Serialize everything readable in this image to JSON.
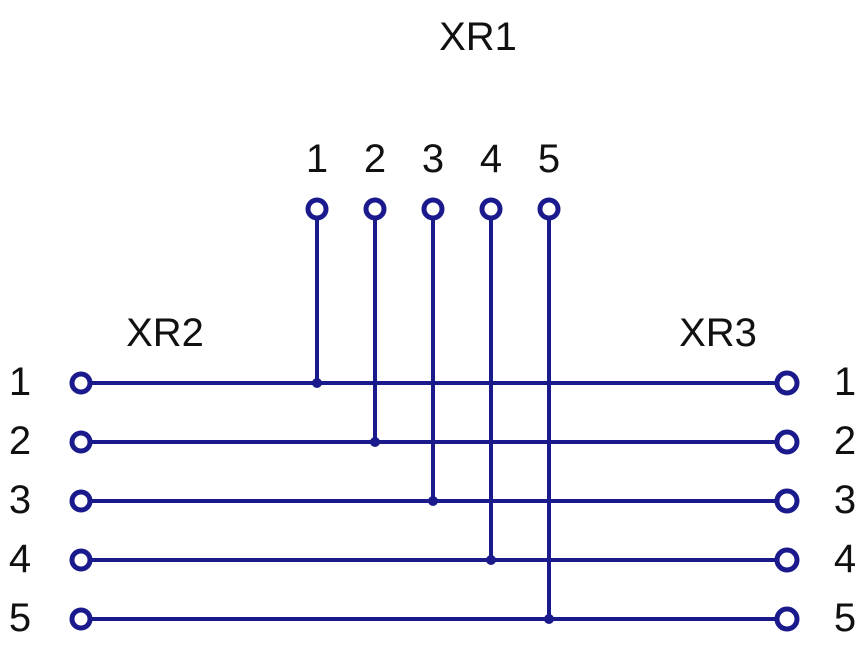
{
  "colors": {
    "wire": "#1a1a8c",
    "text": "#111111",
    "background": "#ffffff"
  },
  "connectors": {
    "xr1": {
      "name": "XR1",
      "pins": [
        "1",
        "2",
        "3",
        "4",
        "5"
      ]
    },
    "xr2": {
      "name": "XR2",
      "pins": [
        "1",
        "2",
        "3",
        "4",
        "5"
      ]
    },
    "xr3": {
      "name": "XR3",
      "pins": [
        "1",
        "2",
        "3",
        "4",
        "5"
      ]
    }
  },
  "connections": [
    {
      "xr1": "1",
      "xr2": "1",
      "xr3": "1"
    },
    {
      "xr1": "2",
      "xr2": "2",
      "xr3": "2"
    },
    {
      "xr1": "3",
      "xr2": "3",
      "xr3": "3"
    },
    {
      "xr1": "4",
      "xr2": "4",
      "xr3": "4"
    },
    {
      "xr1": "5",
      "xr2": "5",
      "xr3": "5"
    }
  ]
}
